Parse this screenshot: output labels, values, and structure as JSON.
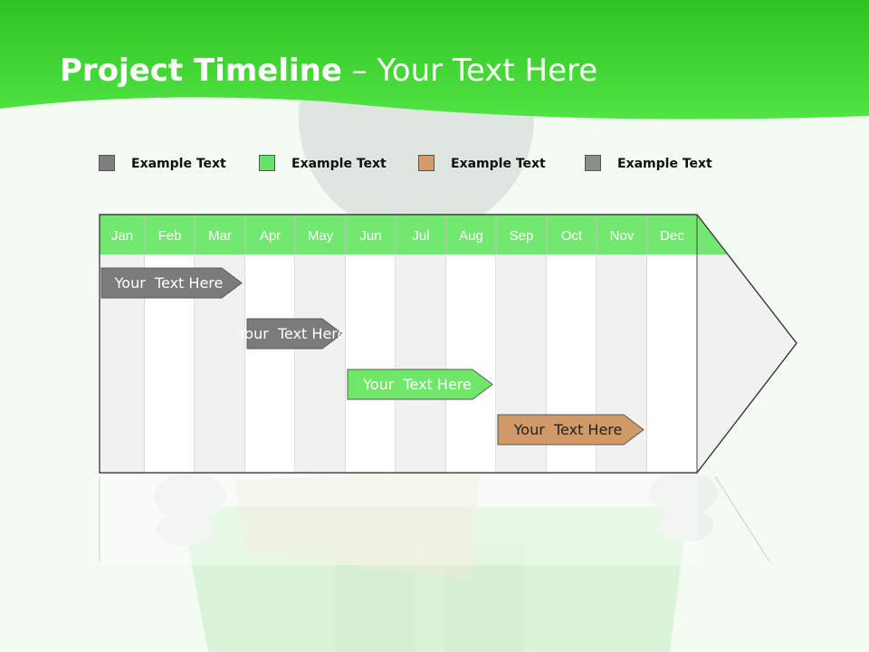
{
  "slide": {
    "title_bold": "Project Timeline",
    "title_rest": " – Your Text Here"
  },
  "colors": {
    "header_green": "#3ce62c",
    "header_green_light": "#6be862",
    "month_header": "#73e870",
    "gray_bar": "#7b7b7b",
    "green_bar": "#6fe86a",
    "tan_bar": "#cf9a67"
  },
  "legend": [
    {
      "label": "Example Text",
      "color": "#7f7f7f"
    },
    {
      "label": "Example Text",
      "color": "#66e26a"
    },
    {
      "label": "Example Text",
      "color": "#d49a6a"
    },
    {
      "label": "Example Text",
      "color": "#8c8c8c"
    }
  ],
  "timeline": {
    "months": [
      "Jan",
      "Feb",
      "Mar",
      "Apr",
      "May",
      "Jun",
      "Jul",
      "Aug",
      "Sep",
      "Oct",
      "Nov",
      "Dec"
    ],
    "tasks": [
      {
        "label": "Your  Text Here",
        "start": "Jan",
        "end": "Mar",
        "color": "#7b7b7b",
        "text_color": "#ffffff"
      },
      {
        "label": "Your  Text Here",
        "start": "Apr",
        "end": "May",
        "color": "#7b7b7b",
        "text_color": "#ffffff"
      },
      {
        "label": "Your  Text Here",
        "start": "Jun",
        "end": "Aug",
        "color": "#6fe86a",
        "text_color": "#ffffff"
      },
      {
        "label": "Your  Text Here",
        "start": "Sep",
        "end": "Nov",
        "color": "#cf9a67",
        "text_color": "#222222"
      }
    ]
  }
}
